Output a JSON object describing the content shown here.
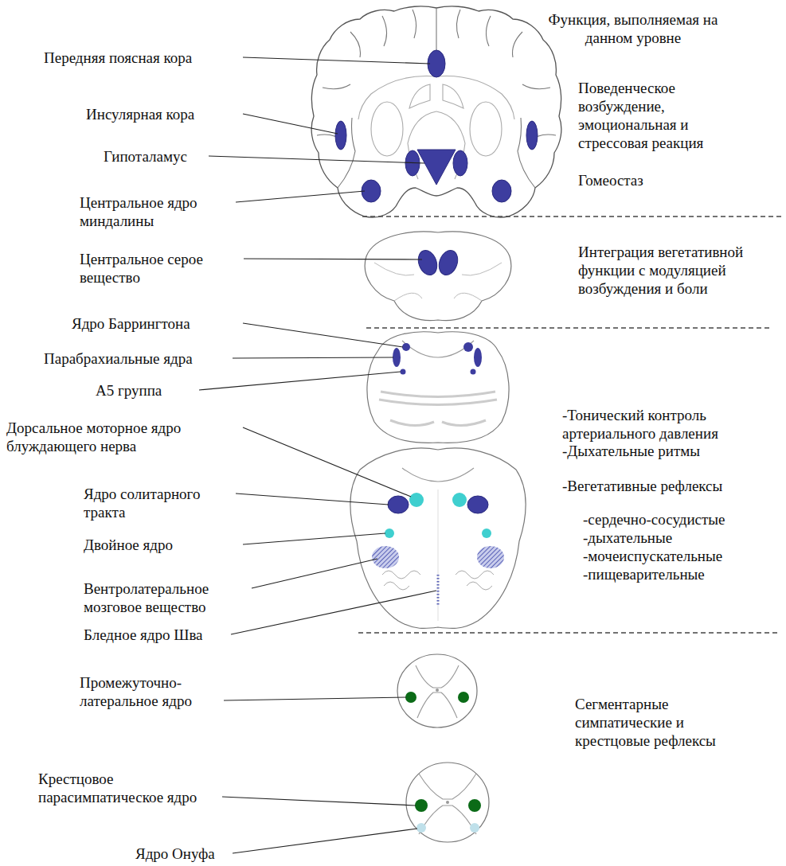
{
  "diagram": {
    "labels": [
      "Передняя поясная кора",
      "Инсулярная кора",
      "Гипоталамус",
      "Центральное ядро миндалины",
      "Центральное серое вещество",
      "Ядро Баррингтона",
      "Парабрахиальные ядра",
      "А5 группа",
      "Дорсальное моторное ядро блуждающего нерва",
      "Ядро солитарного тракта",
      "Двойное ядро",
      "Вентролатеральное мозговое вещество",
      "Бледное ядро Шва",
      "Промежуточно- латеральное ядро",
      "Крестцовое парасимпатическое ядро",
      "Ядро Онуфа",
      "Функция, выполняемая на данном уровне",
      "Поведенческое возбуждение, эмоциональная и стрессовая реакция",
      "Гомеостаз",
      "Интеграция вегетативной функции с модуляцией возбуждения и боли",
      "-Тонический контроль артериального давления",
      "-Дыхательные ритмы",
      "-Вегетативные рефлексы",
      "-сердечно-сосудистые",
      "-дыхательные",
      "-мочеиспускательные",
      "-пищеварительные",
      "Сегментарные симпатические и крестцовые рефлексы"
    ]
  }
}
